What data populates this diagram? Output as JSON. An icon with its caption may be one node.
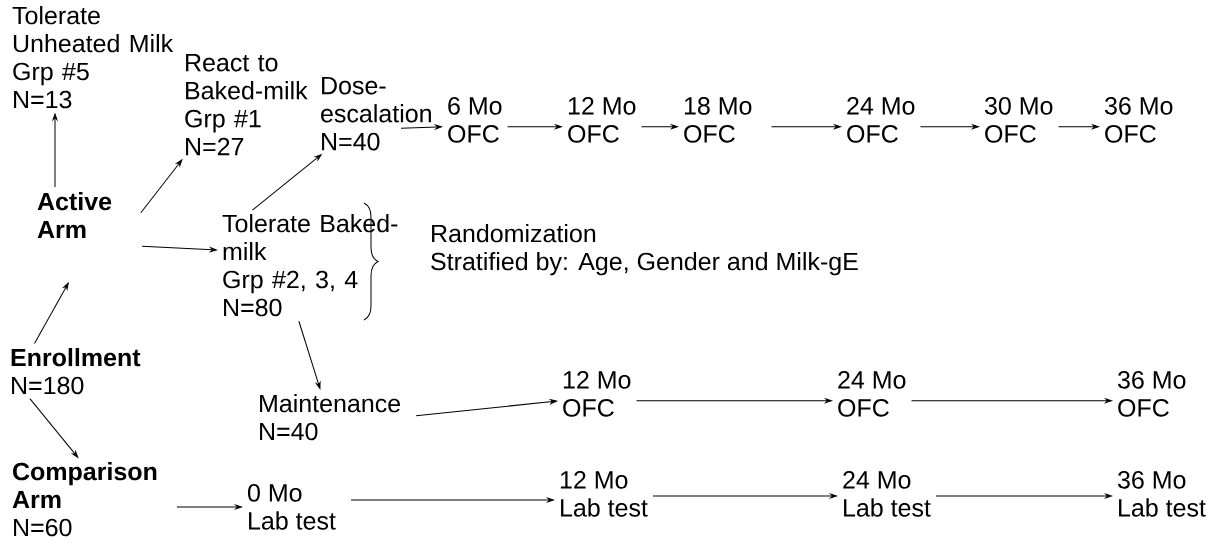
{
  "diagram": {
    "nodes": [
      {
        "text": [
          "Tolerate Unheated Milk",
          "Grp #5",
          "N=13"
        ]
      },
      {
        "text": [
          "React to Baked-milk",
          "Grp #1",
          "N=27"
        ]
      },
      {
        "text": [
          "Dose-escalation",
          "N=40"
        ]
      },
      {
        "text": [
          "6 Mo",
          "OFC"
        ]
      },
      {
        "text": [
          "12 Mo",
          "OFC"
        ]
      },
      {
        "text": [
          "18 Mo",
          "OFC"
        ]
      },
      {
        "text": [
          "24 Mo",
          "OFC"
        ]
      },
      {
        "text": [
          "30 Mo",
          "OFC"
        ]
      },
      {
        "text": [
          "36 Mo",
          "OFC"
        ]
      },
      {
        "text": [
          "**Active Arm**"
        ]
      },
      {
        "text": [
          "Tolerate Baked-milk",
          "Grp #2, 3, 4",
          "N=80"
        ]
      },
      {
        "text": [
          "**Enrollment**",
          "N=180"
        ]
      },
      {
        "text": [
          "Maintenance",
          "N=40"
        ]
      },
      {
        "text": [
          "12 Mo",
          "OFC"
        ]
      },
      {
        "text": [
          "24 Mo",
          "OFC"
        ]
      },
      {
        "text": [
          "36 Mo",
          "OFC"
        ]
      },
      {
        "text": [
          "**Comparison Arm**",
          "N=60"
        ]
      },
      {
        "text": [
          "0 Mo",
          "Lab test"
        ]
      },
      {
        "text": [
          "12 Mo",
          "Lab test"
        ]
      },
      {
        "text": [
          "24 Mo",
          "Lab test"
        ]
      },
      {
        "text": [
          "36 Mo",
          "Lab test"
        ]
      }
    ],
    "edges": [
      {
        "from": 9,
        "to": 0,
        "arrow": "to"
      },
      {
        "from": 9,
        "to": 1,
        "arrow": "to"
      },
      {
        "from": 9,
        "to": 10,
        "arrow": "to"
      },
      {
        "from": 10,
        "to": 2,
        "arrow": "to"
      },
      {
        "from": 2,
        "to": 3,
        "arrow": "to"
      },
      {
        "from": 3,
        "to": 4,
        "arrow": "to"
      },
      {
        "from": 4,
        "to": 5,
        "arrow": "to"
      },
      {
        "from": 5,
        "to": 6,
        "arrow": "to"
      },
      {
        "from": 6,
        "to": 7,
        "arrow": "to"
      },
      {
        "from": 7,
        "to": 8,
        "arrow": "to"
      },
      {
        "from": 11,
        "to": 9,
        "arrow": "to"
      },
      {
        "from": 11,
        "to": 16,
        "arrow": "to"
      },
      {
        "from": 10,
        "to": 12,
        "arrow": "to"
      },
      {
        "from": 12,
        "to": 13,
        "arrow": "to"
      },
      {
        "from": 13,
        "to": 14,
        "arrow": "to"
      },
      {
        "from": 14,
        "to": 15,
        "arrow": "to"
      },
      {
        "from": 16,
        "to": 17,
        "arrow": "to"
      },
      {
        "from": 17,
        "to": 18,
        "arrow": "to"
      },
      {
        "from": 18,
        "to": 19,
        "arrow": "to"
      },
      {
        "from": 19,
        "to": 20,
        "arrow": "to"
      }
    ],
    "labels": [
      "Randomization",
      "Stratified by: Age, Gender and Milk-gE"
    ]
  }
}
